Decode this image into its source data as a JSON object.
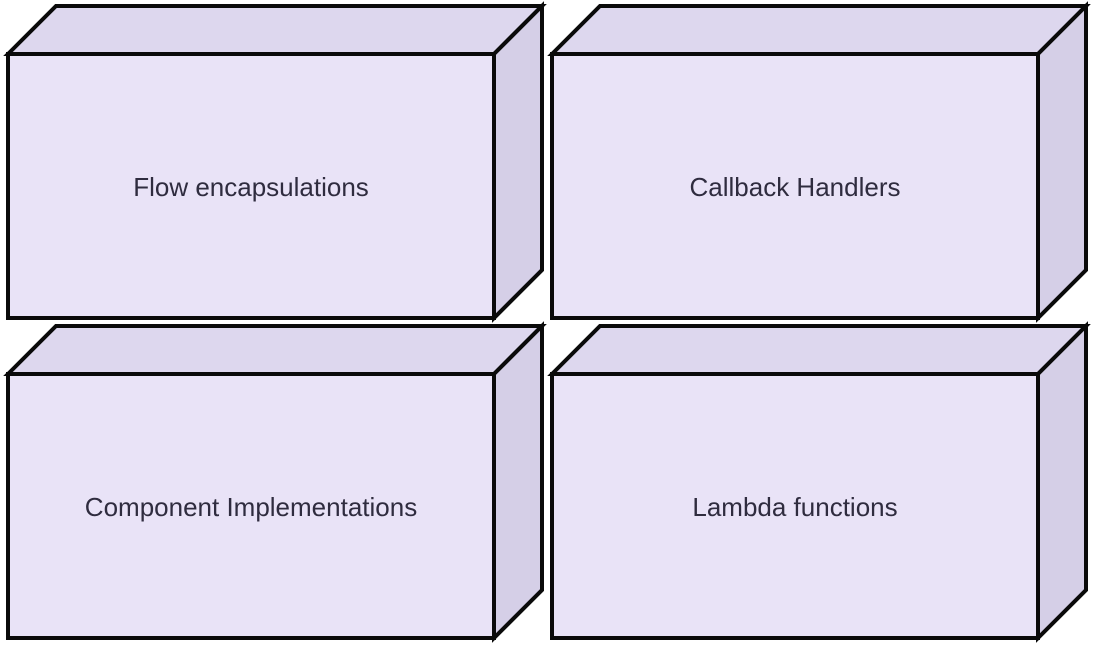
{
  "diagram": {
    "kind": "3d-box-grid",
    "background": "#ffffff",
    "boxes": [
      {
        "label": "Flow encapsulations"
      },
      {
        "label": "Callback Handlers"
      },
      {
        "label": "Component Implementations"
      },
      {
        "label": "Lambda functions"
      }
    ],
    "colors": {
      "front_face": "#E9E3F7",
      "top_face": "#DDD7EE",
      "side_face": "#D5CFE7",
      "outline": "#0A0A0A",
      "label_text": "#2F2C3F"
    }
  }
}
